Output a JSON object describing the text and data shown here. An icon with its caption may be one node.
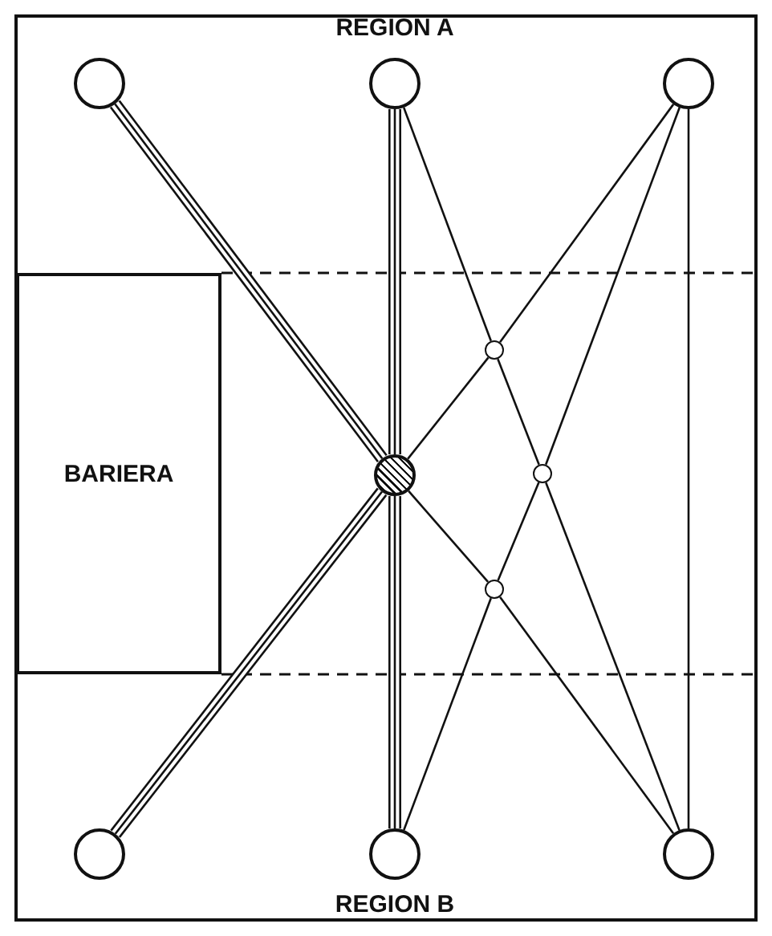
{
  "diagram": {
    "nodes": [
      {
        "text": [],
        "shape": "circle"
      },
      {
        "text": [],
        "shape": "circle"
      },
      {
        "text": [],
        "shape": "circle"
      },
      {
        "text": [
          "BARIERA"
        ]
      },
      {
        "text": [],
        "shape": "circle"
      },
      {
        "text": [],
        "shape": "circle"
      },
      {
        "text": [],
        "shape": "circle"
      },
      {
        "text": [],
        "shape": "circle"
      },
      {
        "text": [],
        "shape": "circle"
      },
      {
        "text": [],
        "shape": "circle"
      },
      {
        "text": [],
        "shape": "circle"
      }
    ],
    "edges": [
      {
        "from": 0,
        "to": 5,
        "arrow": "none",
        "style": "thick"
      },
      {
        "from": 5,
        "to": 8,
        "arrow": "none",
        "style": "thick"
      },
      {
        "from": 1,
        "to": 5,
        "arrow": "none",
        "style": "thick"
      },
      {
        "from": 5,
        "to": 9,
        "arrow": "none",
        "style": "thick"
      },
      {
        "from": 2,
        "to": 4,
        "arrow": "none"
      },
      {
        "from": 4,
        "to": 5,
        "arrow": "none"
      },
      {
        "from": 1,
        "to": 4,
        "arrow": "none"
      },
      {
        "from": 4,
        "to": 6,
        "arrow": "none"
      },
      {
        "from": 6,
        "to": 10,
        "arrow": "none"
      },
      {
        "from": 2,
        "to": 6,
        "arrow": "none"
      },
      {
        "from": 6,
        "to": 7,
        "arrow": "none"
      },
      {
        "from": 7,
        "to": 9,
        "arrow": "none"
      },
      {
        "from": 5,
        "to": 7,
        "arrow": "none"
      },
      {
        "from": 7,
        "to": 10,
        "arrow": "none"
      },
      {
        "from": 2,
        "to": 10,
        "arrow": "none"
      }
    ],
    "labels": [
      "REGION A",
      "REGION B"
    ]
  }
}
